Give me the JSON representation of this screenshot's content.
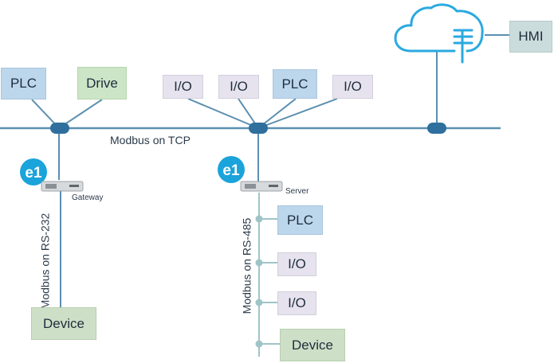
{
  "top_network": {
    "devices": [
      "PLC",
      "Drive",
      "I/O",
      "I/O",
      "PLC",
      "I/O"
    ],
    "bus_label": "Modbus on TCP",
    "hmi_label": "HMI"
  },
  "left_branch": {
    "gateway_label": "Gateway",
    "bus_label": "Modbus on RS-232",
    "device_label": "Device"
  },
  "right_branch": {
    "server_label": "Server",
    "bus_label": "Modbus on RS-485",
    "devices": [
      "PLC",
      "I/O",
      "I/O",
      "Device"
    ]
  },
  "colors": {
    "line": "#5b8fb0",
    "coupler": "#2e6f9e",
    "cloud": "#2aa9e0",
    "logo": "#1ba3db",
    "node": "#9fc4c8"
  }
}
